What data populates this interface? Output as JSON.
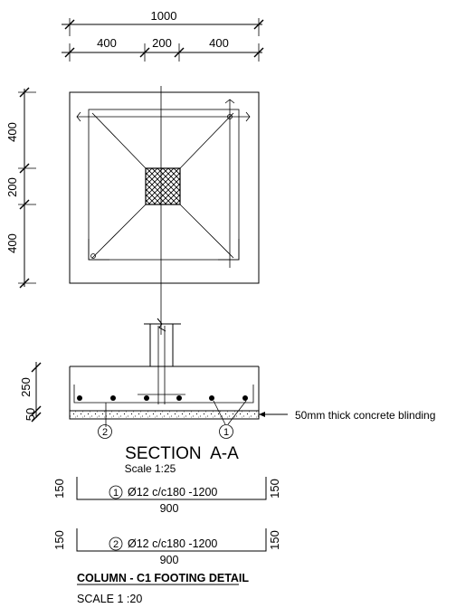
{
  "plan": {
    "dimensions": {
      "overall_width": "1000",
      "segments": [
        "400",
        "200",
        "400"
      ],
      "left_segments": [
        "400",
        "200",
        "400"
      ]
    }
  },
  "section": {
    "dimensions": {
      "height": "250",
      "blinding": "50"
    },
    "blinding_note": "50mm thick concrete blinding",
    "bar_callouts": [
      "1",
      "2"
    ],
    "title": "SECTION  A-A",
    "scale": "Scale 1:25"
  },
  "bar_schedule": [
    {
      "mark": "1",
      "description": "Ø12 c/c180 -1200",
      "leg_left": "150",
      "leg_right": "150",
      "length": "900"
    },
    {
      "mark": "2",
      "description": "Ø12 c/c180 -1200",
      "leg_left": "150",
      "leg_right": "150",
      "length": "900"
    }
  ],
  "footer": {
    "title": "COLUMN - C1 FOOTING DETAIL",
    "scale": "SCALE 1 :20"
  }
}
